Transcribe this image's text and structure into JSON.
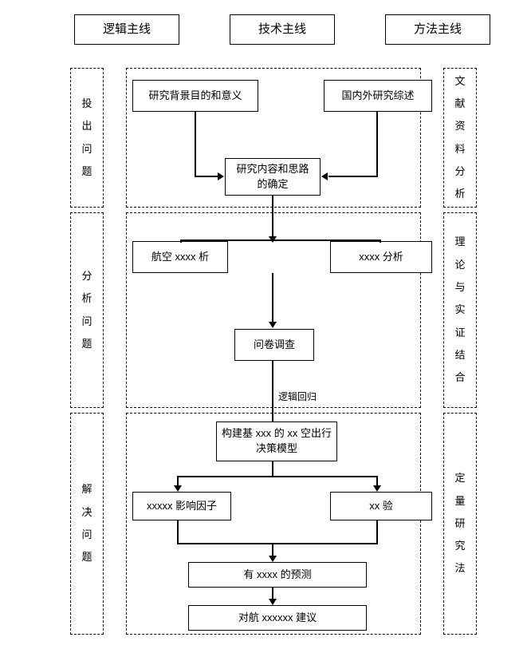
{
  "headers": [
    {
      "label": "逻辑主线"
    },
    {
      "label": "技术主线"
    },
    {
      "label": "方法主线"
    }
  ],
  "left_rail": [
    {
      "chars": [
        "投",
        "出",
        "问",
        "题"
      ]
    },
    {
      "chars": [
        "分",
        "析",
        "问",
        "题"
      ]
    },
    {
      "chars": [
        "解",
        "决",
        "问",
        "题"
      ]
    }
  ],
  "right_rail": [
    {
      "chars": [
        "文",
        "献",
        "资",
        "料",
        "分",
        "析"
      ]
    },
    {
      "chars": [
        "理",
        "论",
        "与",
        "实",
        "证",
        "结",
        "合"
      ]
    },
    {
      "chars": [
        "定",
        "量",
        "研",
        "究",
        "法"
      ]
    }
  ],
  "stage1": {
    "node_background": "研究背景目的和意义",
    "node_review": "国内外研究综述",
    "node_content": "研究内容和思路\n的确定",
    "node_content_line1": "研究内容和思路",
    "node_content_line2": "的确定"
  },
  "stage2": {
    "node_aviation": "航空 xxxx 析",
    "node_analysis": "xxxx 分析",
    "node_survey": "问卷调查"
  },
  "stage3": {
    "edge_label": "逻辑回归",
    "node_model_line1": "构建基 xxx 的 xx 空出行",
    "node_model_line2": "决策模型",
    "node_factors": "xxxxx 影响因子",
    "node_verify": "xx 验",
    "node_forecast": "有 xxxx 的预测",
    "node_suggestion": "对航 xxxxxx 建议"
  },
  "colors": {
    "line": "#000000",
    "background": "#ffffff"
  }
}
